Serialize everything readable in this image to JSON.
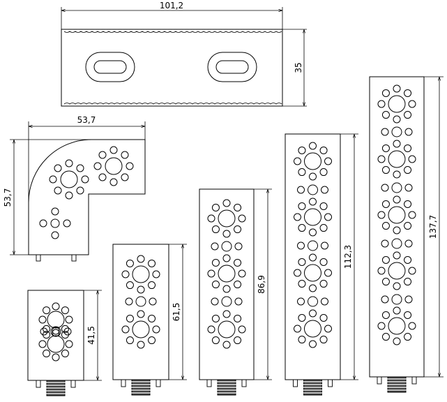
{
  "dimensions": {
    "flat_bracket_width": "101,2",
    "flat_bracket_height": "35",
    "elbow_width": "53,7",
    "elbow_height": "53,7",
    "plate_1_height": "41,5",
    "plate_2_height": "61,5",
    "plate_3_height": "86,9",
    "plate_4_height": "112,3",
    "plate_5_height": "137,7"
  }
}
